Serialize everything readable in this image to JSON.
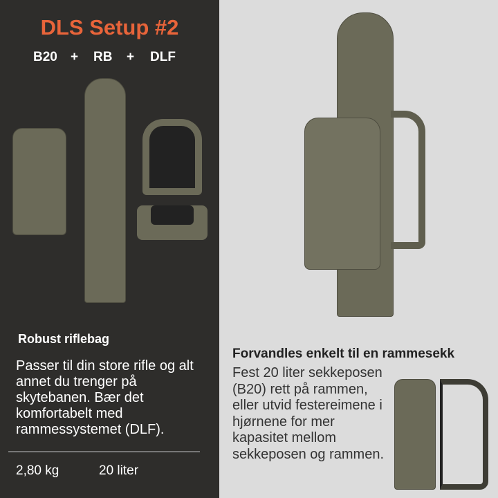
{
  "title": "DLS Setup #2",
  "combo": [
    "B20",
    "+",
    "RB",
    "+",
    "DLF"
  ],
  "left": {
    "heading": "Robust riflebag",
    "body": "Passer til din store rifle og alt annet du trenger på skytebanen. Bær det komfortabelt med rammessystemet (DLF).",
    "weight": "2,80 kg",
    "volume": "20 liter"
  },
  "right": {
    "heading": "Forvandles enkelt til en rammesekk",
    "body": "Fest 20 liter sekkeposen (B20) rett på rammen, eller utvid festereimene i hjørnene for mer kapasitet mellom sekkeposen og rammen."
  },
  "colors": {
    "accent": "#e8643a",
    "dark_panel": "#2e2d2b",
    "light_panel": "#dcdcdc",
    "product": "#6b6a58"
  }
}
